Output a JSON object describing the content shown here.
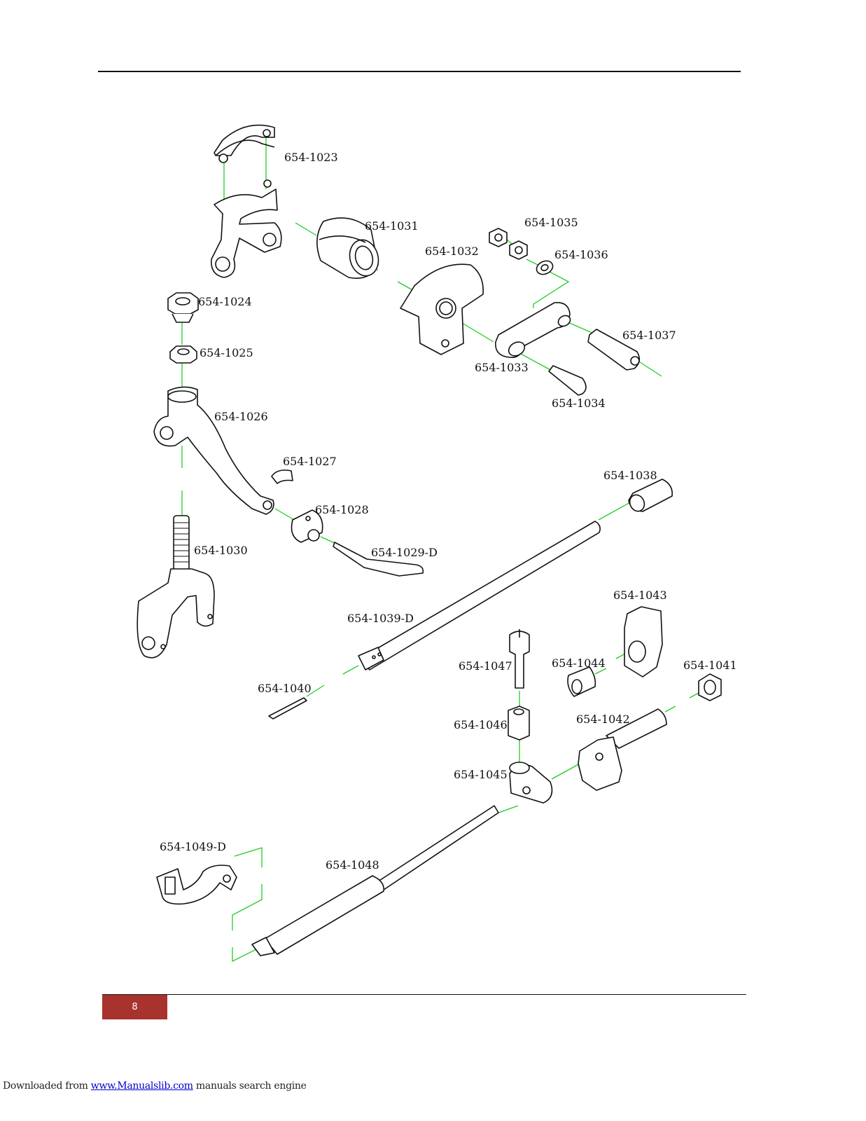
{
  "page": {
    "number": "8",
    "accent_color": "#a8322d",
    "leader_color": "#22cc22"
  },
  "parts": [
    "654-1023",
    "654-1031",
    "654-1035",
    "654-1036",
    "654-1032",
    "654-1024",
    "654-1037",
    "654-1025",
    "654-1033",
    "654-1034",
    "654-1026",
    "654-1027",
    "654-1038",
    "654-1028",
    "654-1030",
    "654-1029-D",
    "654-1043",
    "654-1039-D",
    "654-1047",
    "654-1044",
    "654-1041",
    "654-1040",
    "654-1042",
    "654-1046",
    "654-1045",
    "654-1049-D",
    "654-1048"
  ],
  "footer": {
    "prefix": "Downloaded from ",
    "link": "www.Manualslib.com",
    "suffix": " manuals search engine"
  }
}
